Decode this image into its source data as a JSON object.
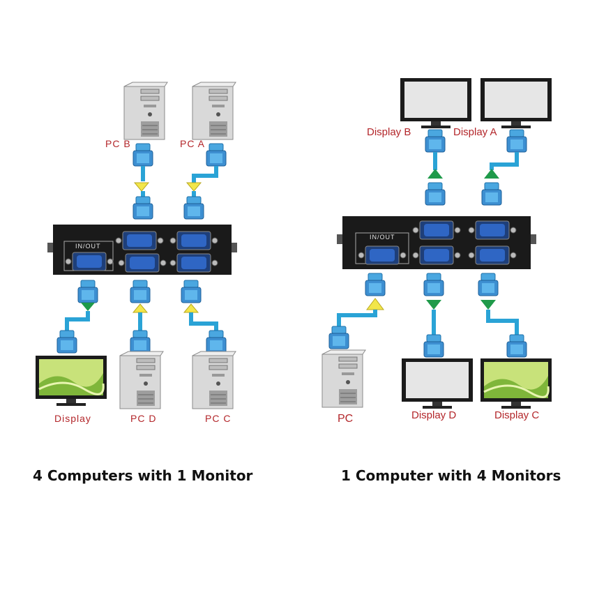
{
  "left_diagram": {
    "labels": {
      "pc_b": "PC B",
      "pc_a": "PC A",
      "display": "Display",
      "pc_d": "PC D",
      "pc_c": "PC C"
    },
    "switch_inout": "IN/OUT",
    "caption": "4 Computers with 1 Monitor"
  },
  "right_diagram": {
    "labels": {
      "display_b": "Display B",
      "display_a": "Display A",
      "pc": "PC",
      "display_d": "Display D",
      "display_c": "Display C"
    },
    "switch_inout": "IN/OUT",
    "caption": "1 Computer with 4 Monitors"
  },
  "colors": {
    "label_red": "#b3262a",
    "cable_blue": "#2aa3d6",
    "vga_blue": "#2b5fb5",
    "arrow_yellow": "#f2e64a",
    "arrow_green": "#1f9a4a",
    "switch_black": "#1a1a1a"
  }
}
